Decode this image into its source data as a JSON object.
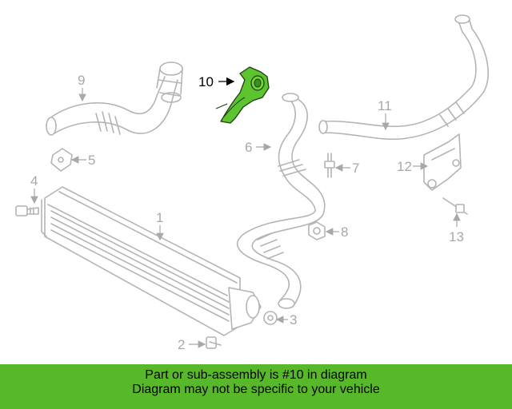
{
  "diagram": {
    "callouts": {
      "c1": "1",
      "c2": "2",
      "c3": "3",
      "c4": "4",
      "c5": "5",
      "c6": "6",
      "c7": "7",
      "c8": "8",
      "c9": "9",
      "c10": "10",
      "c11": "11",
      "c12": "12",
      "c13": "13"
    },
    "highlighted_part": "10",
    "highlight_color": "#5cc42f",
    "line_color": "#b4b4b4"
  },
  "banner": {
    "line1": "Part or sub-assembly is #10 in diagram",
    "line2": "Diagram may not be specific to your vehicle",
    "background": "#57b82a"
  }
}
